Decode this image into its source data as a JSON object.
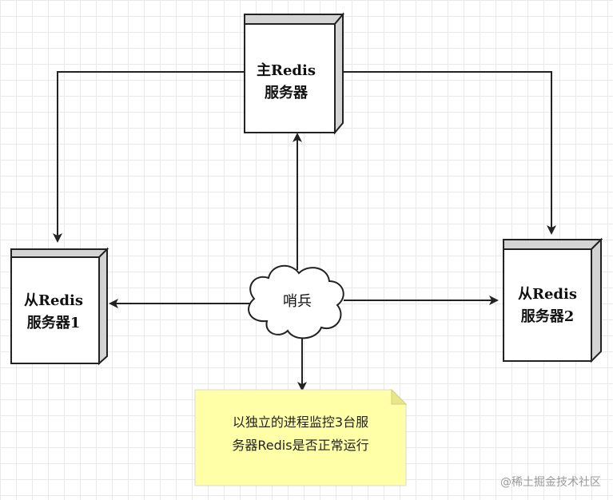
{
  "master": {
    "line1": "主Redis",
    "line2": "服务器"
  },
  "slave1": {
    "line1": "从Redis",
    "line2": "服务器1"
  },
  "slave2": {
    "line1": "从Redis",
    "line2": "服务器2"
  },
  "sentinel": {
    "label": "哨兵"
  },
  "note": {
    "line1": "以独立的进程监控3台服",
    "line2": "务器Redis是否正常运行"
  },
  "watermark": {
    "text": "@稀土掘金技术社区"
  },
  "colors": {
    "box_fill": "#ffffff",
    "box_side": "#d4d4d4",
    "stroke": "#222222",
    "note_fill": "#ffffa8",
    "note_fold": "#e8e88a",
    "grid": "#e9e9e9"
  }
}
